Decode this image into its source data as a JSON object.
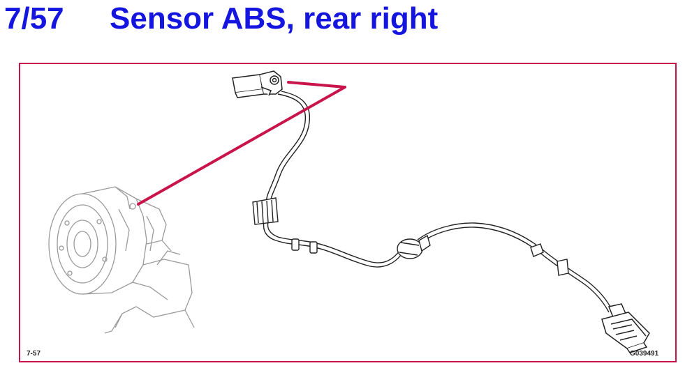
{
  "header": {
    "page_number": "7/57",
    "title": "Sensor ABS, rear right"
  },
  "figure": {
    "label_left": "7-57",
    "label_right": "G039491"
  },
  "colors": {
    "title": "#1515e0",
    "frame": "#c8144a",
    "leader_line": "#c8144a",
    "drawing": "#222222",
    "hub_drawing": "#9a9a9a"
  }
}
